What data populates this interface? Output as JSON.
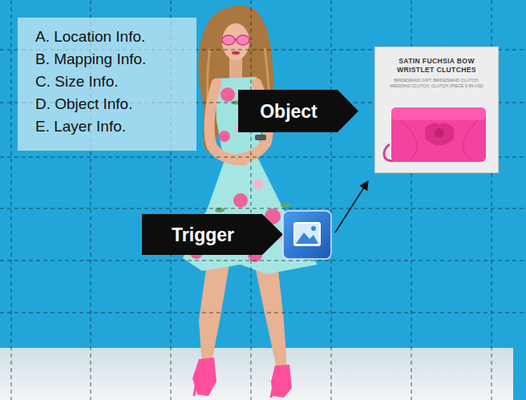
{
  "diagram": {
    "nodes": [
      {
        "text": [
          "A. Location Info.",
          "B. Mapping Info.",
          "C. Size Info.",
          "D. Object Info.",
          "E. Layer Info."
        ]
      },
      {
        "text": [
          "Object"
        ]
      },
      {
        "text": [
          "SATIN FUCHSIA BOW WRISTLET CLUTCHES",
          "BRIDESMAID GIFT, BRIDESMAID CLUTCH, WEDDING CLUTCH, CLUTCH (PIECE 9.99 USD"
        ]
      },
      {
        "text": [
          "Trigger"
        ]
      }
    ]
  }
}
